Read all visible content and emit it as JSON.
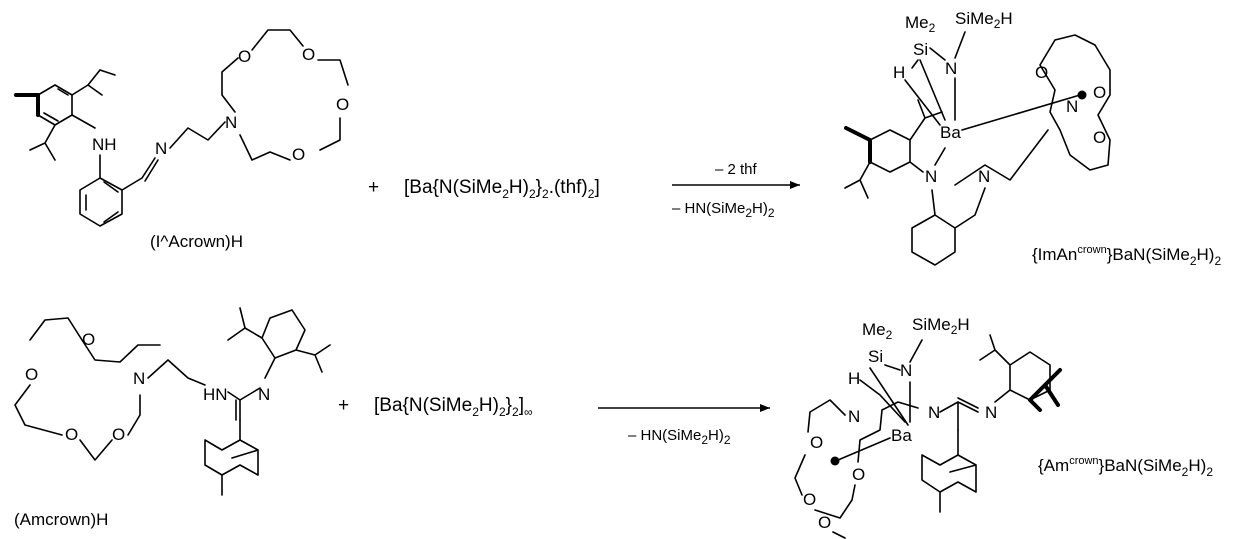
{
  "row1": {
    "ligand_label": "(I^Acrown)H",
    "plus": "+",
    "reagent": {
      "prefix": "[Ba{N(SiMe",
      "s1": "2",
      "mid": "H)",
      "s2": "2",
      "mid2": "}",
      "s3": "2",
      "suffix": ".(thf)",
      "s4": "2",
      "end": "]"
    },
    "cond_above": "– 2 thf",
    "cond_below": {
      "main": "– HN(SiMe",
      "s1": "2",
      "mid": "H)",
      "s2": "2"
    },
    "product_label": {
      "a": "{ImAn",
      "sup": "crown",
      "b": "}BaN(SiMe",
      "s1": "2",
      "c": "H)",
      "s2": "2"
    }
  },
  "row2": {
    "ligand_label": "(Amcrown)H",
    "plus": "+",
    "reagent": {
      "prefix": "[Ba{N(SiMe",
      "s1": "2",
      "mid": "H)",
      "s2": "2",
      "mid2": "}",
      "s3": "2",
      "end": "]",
      "inf": "∞"
    },
    "cond_below": {
      "main": "– HN(SiMe",
      "s1": "2",
      "mid": "H)",
      "s2": "2"
    },
    "product_label": {
      "a": "{Am",
      "sup": "crown",
      "b": "}BaN(SiMe",
      "s1": "2",
      "c": "H)",
      "s2": "2"
    }
  },
  "atoms": {
    "O": "O",
    "N": "N",
    "NH": "NH",
    "H": "H",
    "Ba": "Ba",
    "Si": "Si",
    "Me": "Me",
    "two": "2",
    "SiMe": "SiMe",
    "NHleft": "H"
  }
}
